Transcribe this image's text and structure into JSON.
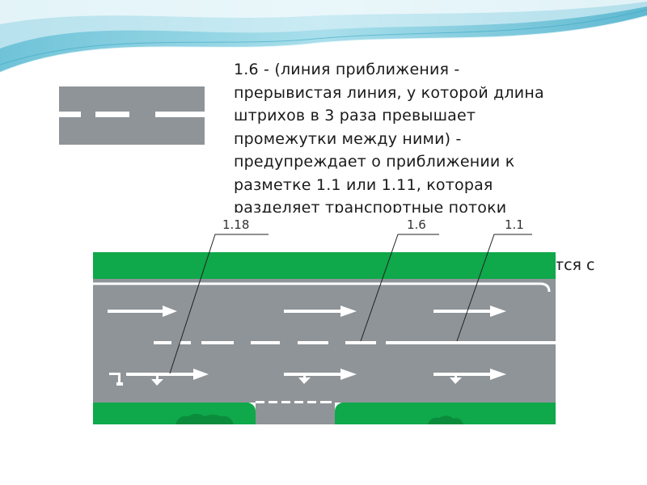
{
  "description": {
    "lines": [
      "1.6 - (линия приближения -",
      "прерывистая линия, у которой длина",
      "штрихов в 3 раза превышает",
      "промежутки между ними) -",
      "предупреждает о приближении к",
      "разметке 1.1 или 1.11, которая",
      "разделяет транспортные потоки"
    ],
    "tail": "тся с"
  },
  "diagram": {
    "labels": {
      "l118": "1.18",
      "l16": "1.6",
      "l11": "1.1"
    }
  },
  "colors": {
    "road": "#8e9498",
    "grass": "#0fa84a",
    "marking": "#ffffff",
    "sky_wave": "#8fd3e3"
  }
}
